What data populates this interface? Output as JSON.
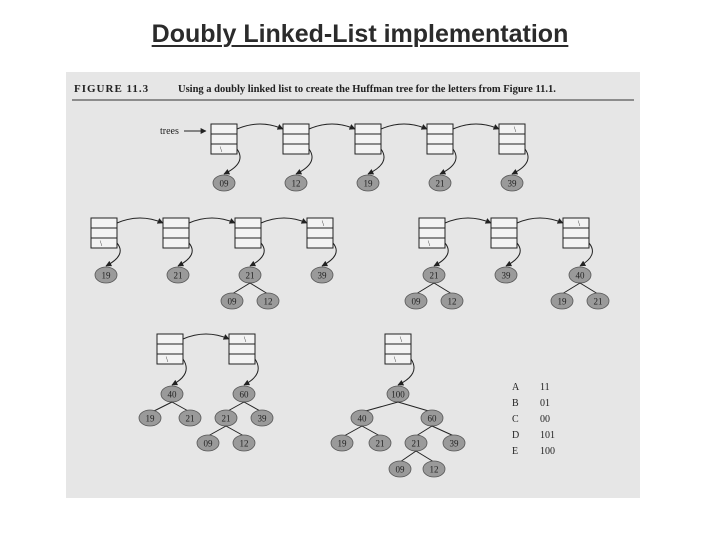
{
  "slide": {
    "title": "Doubly Linked-List implementation"
  },
  "figure": {
    "number": "FIGURE 11.3",
    "caption": "Using a doubly linked list to create the Huffman tree for the letters from Figure 11.1.",
    "trees_label": "trees"
  },
  "diagram": {
    "null_mark": "\\",
    "panel1": [
      "09",
      "12",
      "19",
      "21",
      "39"
    ],
    "panel2": {
      "roots": [
        "19",
        "21",
        "21",
        "39"
      ],
      "children": [
        "09",
        "12"
      ]
    },
    "panel3": {
      "roots": [
        "21",
        "39",
        "40"
      ],
      "children_a": [
        "09",
        "12"
      ],
      "children_b": [
        "19",
        "21"
      ]
    },
    "panel4": {
      "roots": [
        "40",
        "60"
      ],
      "level2": [
        "19",
        "21",
        "21",
        "39"
      ],
      "level3": [
        "09",
        "12"
      ]
    },
    "panel5": {
      "root": "100",
      "level1": [
        "40",
        "60"
      ],
      "level2": [
        "19",
        "21",
        "21",
        "39"
      ],
      "level3": [
        "09",
        "12"
      ]
    }
  },
  "codes": [
    {
      "letter": "A",
      "code": "11"
    },
    {
      "letter": "B",
      "code": "01"
    },
    {
      "letter": "C",
      "code": "00"
    },
    {
      "letter": "D",
      "code": "101"
    },
    {
      "letter": "E",
      "code": "100"
    }
  ]
}
